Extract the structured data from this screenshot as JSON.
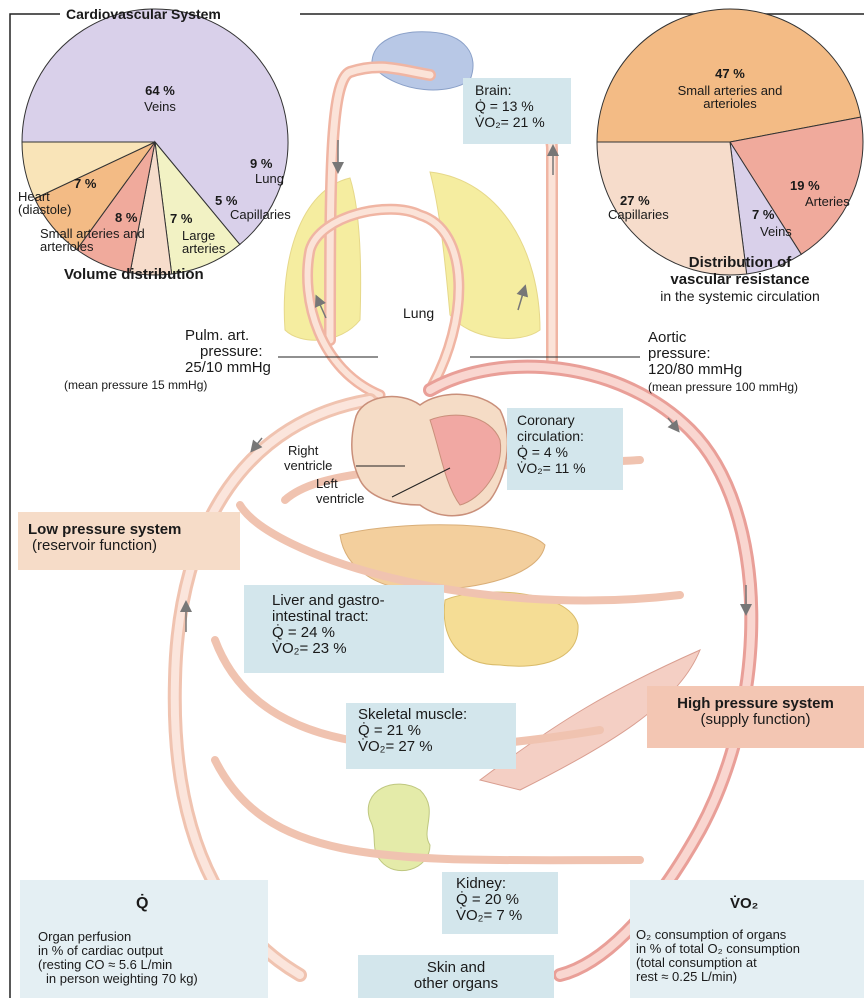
{
  "title": "Cardiovascular System",
  "volume": {
    "title": "Volume distribution",
    "slices": [
      {
        "value": 64,
        "pct": "64 %",
        "label": "Veins",
        "color": "#d9d0ea"
      },
      {
        "value": 9,
        "pct": "9 %",
        "label": "Lung",
        "color": "#f2f2c4"
      },
      {
        "value": 5,
        "pct": "5 %",
        "label": "Capillaries",
        "color": "#f6dccb"
      },
      {
        "value": 7,
        "pct": "7 %",
        "label": "Large arteries",
        "color": "#f0aa9c"
      },
      {
        "value": 8,
        "pct": "8 %",
        "label": "Small arteries and arterioles",
        "color": "#f3bb85"
      },
      {
        "value": 7,
        "pct": "7 %",
        "label": "Heart (diastole)",
        "color": "#f9e4b8"
      }
    ]
  },
  "resistance": {
    "title_line1": "Distribution of",
    "title_line2": "vascular resistance",
    "subtitle": "in the systemic circulation",
    "slices": [
      {
        "value": 47,
        "pct": "47 %",
        "label": "Small arteries and arterioles",
        "color": "#f3bb85"
      },
      {
        "value": 19,
        "pct": "19 %",
        "label": "Arteries",
        "color": "#f0aa9c"
      },
      {
        "value": 7,
        "pct": "7 %",
        "label": "Veins",
        "color": "#d9d0ea"
      },
      {
        "value": 27,
        "pct": "27 %",
        "label": "Capillaries",
        "color": "#f6dccb"
      }
    ]
  },
  "labels": {
    "lung": "Lung",
    "right_ventricle_1": "Right",
    "right_ventricle_2": "ventricle",
    "left_ventricle_1": "Left",
    "left_ventricle_2": "ventricle",
    "pulm_1": "Pulm. art.",
    "pulm_2": "pressure:",
    "pulm_3": "25/10 mmHg",
    "pulm_4": "(mean pressure 15 mmHg)",
    "aortic_1": "Aortic",
    "aortic_2": "pressure:",
    "aortic_3": "120/80 mmHg",
    "aortic_4": "(mean pressure 100 mmHg)"
  },
  "organs": {
    "brain": {
      "name": "Brain:",
      "q": "Q̇  = 13 %",
      "vo2": "V̇O₂= 21 %"
    },
    "coronary": {
      "name1": "Coronary",
      "name2": "circulation:",
      "q": "Q̇  =  4 %",
      "vo2": "V̇O₂= 11 %"
    },
    "liver": {
      "name1": "Liver and gastro-",
      "name2": "intestinal tract:",
      "q": "Q̇  = 24 %",
      "vo2": "V̇O₂= 23 %"
    },
    "muscle": {
      "name": "Skeletal muscle:",
      "q": "Q̇  = 21 %",
      "vo2": "V̇O₂= 27 %"
    },
    "kidney": {
      "name": "Kidney:",
      "q": "Q̇  = 20 %",
      "vo2": "V̇O₂=   7 %"
    },
    "skin": {
      "name1": "Skin and",
      "name2": "other organs"
    }
  },
  "systems": {
    "low_title": "Low pressure system",
    "low_sub": "(reservoir function)",
    "high_title": "High pressure system",
    "high_sub": "(supply function)"
  },
  "legend_q": {
    "symbol": "Q̇",
    "l1": "Organ perfusion",
    "l2": "in % of cardiac output",
    "l3": "(resting CO ≈ 5.6 L/min",
    "l4": "in person weighting 70 kg)"
  },
  "legend_vo2": {
    "symbol": "V̇O₂",
    "l1": "O₂ consumption of organs",
    "l2": "in % of total O₂ consumption",
    "l3": "(total consumption at",
    "l4": "rest ≈ 0.25 L/min)"
  }
}
